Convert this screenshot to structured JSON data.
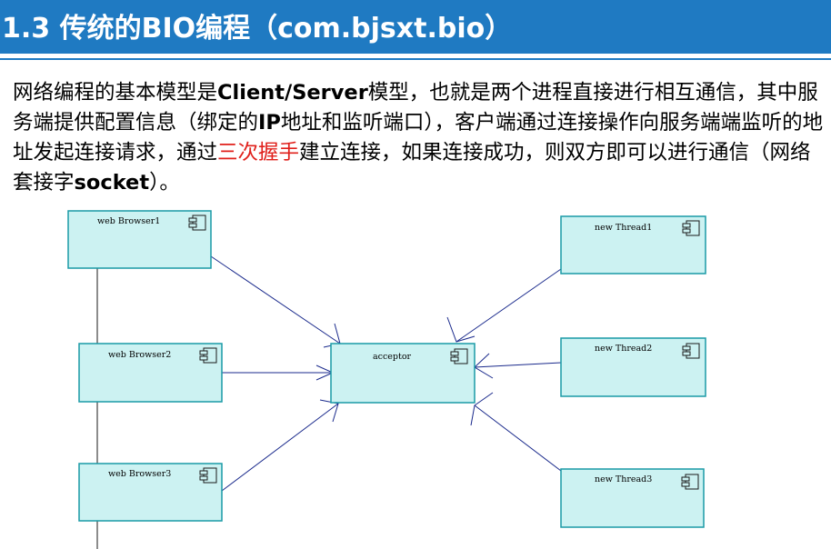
{
  "title": "1.3 传统的BIO编程（com.bjsxt.bio）",
  "paragraph": {
    "p1": "网络编程的基本模型是",
    "b1": "Client/Server",
    "p2": "模型，也就是两个进程直接进行相互通信，其中服务端提供配置信息（绑定的",
    "b2": "IP",
    "p3": "地址和监听端口），客户端通过连接操作向服务端端监听的地址发起连接请求，通过",
    "red": "三次握手",
    "p4": "建立连接，如果连接成功，则双方即可以进行通信（网络套接字",
    "b3": "socket",
    "p5": "）。"
  },
  "diagram": {
    "clients": [
      "web Browser1",
      "web Browser2",
      "web Browser3"
    ],
    "server": "acceptor",
    "threads": [
      "new Thread1",
      "new Thread2",
      "new Thread3"
    ]
  },
  "colors": {
    "title_bar": "#1f7ac2",
    "box_fill": "#ccf2f2",
    "box_border": "#1a9aa6",
    "line": "#1a2a8c",
    "highlight": "#e0201b"
  }
}
